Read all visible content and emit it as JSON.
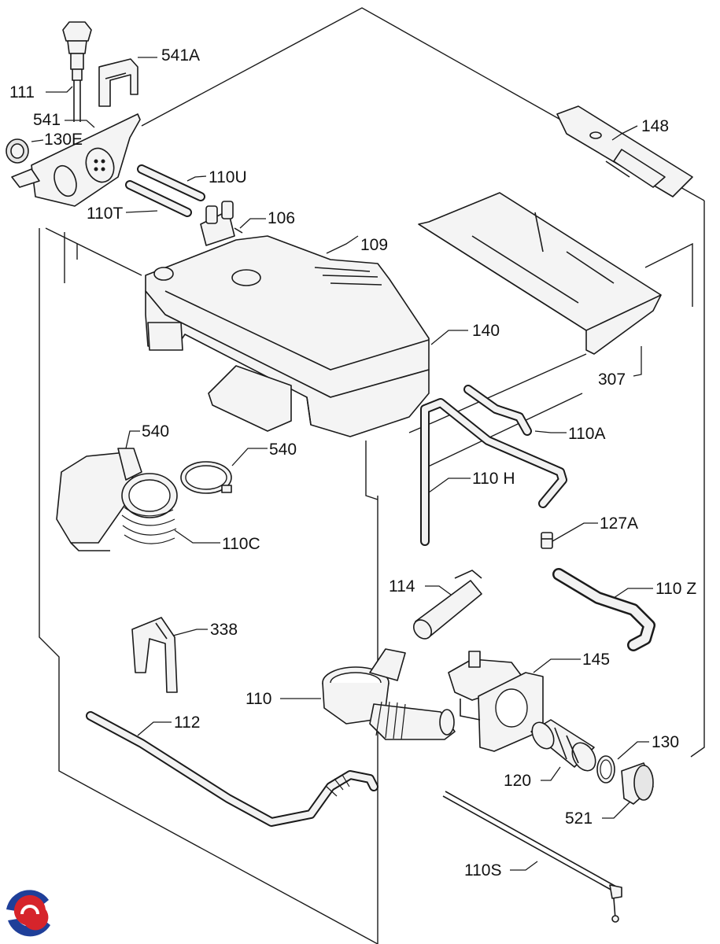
{
  "labels": {
    "p111": "111",
    "p541a": "541A",
    "p541": "541",
    "p130e": "130E",
    "p110u": "110U",
    "p110t": "110T",
    "p106": "106",
    "p109": "109",
    "p148": "148",
    "p140": "140",
    "p307": "307",
    "p110a": "110A",
    "p540a": "540",
    "p540b": "540",
    "p110h": "110 H",
    "p110c": "110C",
    "p127a": "127A",
    "p114": "114",
    "p110z": "110 Z",
    "p338": "338",
    "p145": "145",
    "p110": "110",
    "p112": "112",
    "p130": "130",
    "p120": "120",
    "p521": "521",
    "p110s": "110S"
  },
  "logo": {
    "name": "brand-logo",
    "colors": [
      "#1f3f99",
      "#d6242b"
    ]
  }
}
